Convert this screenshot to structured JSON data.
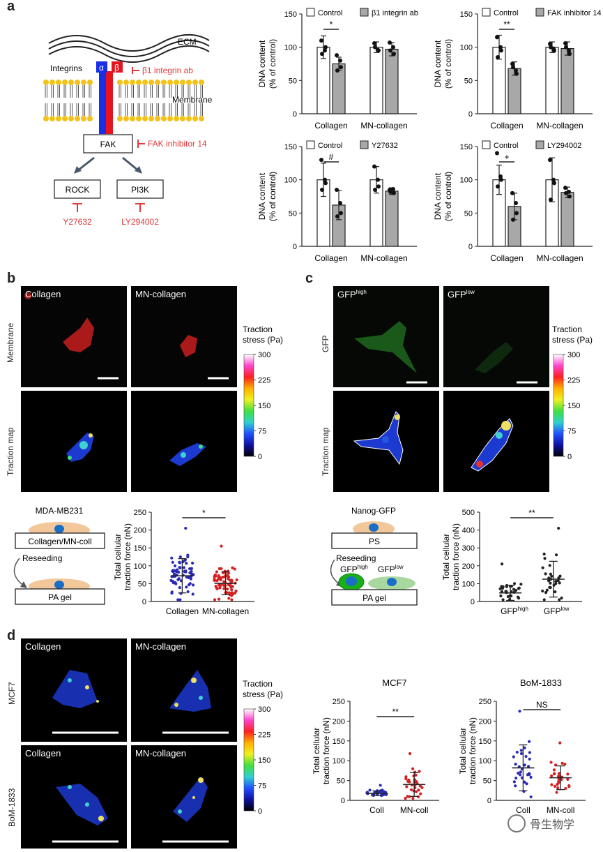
{
  "panels": {
    "a": "a",
    "b": "b",
    "c": "c",
    "d": "d"
  },
  "schematic_a": {
    "ecm": "ECM",
    "integrins": "Integrins",
    "alpha": "α",
    "beta": "β",
    "beta1_ab": "β1 integrin ab",
    "membrane": "Membrane",
    "fak": "FAK",
    "fak_inhibitor": "FAK inhibitor 14",
    "rock": "ROCK",
    "pi3k": "PI3K",
    "y27632": "Y27632",
    "ly294002": "LY294002",
    "colors": {
      "alpha": "#1a2ee6",
      "beta": "#e6141e",
      "inhibitor": "#e03a3a",
      "lipid": "#f2c21a"
    }
  },
  "axis_common": {
    "dna_ylabel1": "DNA content",
    "dna_ylabel2": "(% of control)",
    "cat1": "Collagen",
    "cat2": "MN-collagen",
    "legend_control": "Control"
  },
  "panel_b": {
    "img_collagen": "Collagen",
    "img_mncollagen": "MN-collagen",
    "row_membrane": "Membrane",
    "row_traction": "Traction map",
    "ts_label1": "Traction",
    "ts_label2": "stress (Pa)",
    "cell_line": "MDA-MB231",
    "substrate": "Collagen/MN-coll",
    "reseeding": "Reseeding",
    "pa_gel": "PA gel"
  },
  "panel_c": {
    "img_high_base": "GFP",
    "img_high_sup": "high",
    "img_low_base": "GFP",
    "img_low_sup": "low",
    "row_gfp": "GFP",
    "row_traction": "Traction map",
    "ts_label1": "Traction",
    "ts_label2": "stress (Pa)",
    "cell_line": "Nanog-GFP",
    "ps": "PS",
    "reseeding": "Reseeding",
    "gfp_high_base": "GFP",
    "gfp_high_sup": "high",
    "gfp_low_base": "GFP",
    "gfp_low_sup": "low",
    "pa_gel": "PA gel"
  },
  "panel_d": {
    "img_collagen": "Collagen",
    "img_mncollagen": "MN-collagen",
    "row_mcf7": "MCF7",
    "row_bom": "BoM-1833",
    "ts_label1": "Traction",
    "ts_label2": "stress (Pa)"
  },
  "colorbar_ticks": [
    "300",
    "225",
    "150",
    "75",
    "0"
  ],
  "traction_ylabel1": "Total cellular",
  "traction_ylabel2": "traction force (nN)",
  "watermark": "骨生物学",
  "chart_data": [
    {
      "id": "a1",
      "type": "bar",
      "categories": [
        "Collagen",
        "MN-collagen"
      ],
      "series": [
        {
          "name": "Control",
          "values": [
            100,
            100
          ],
          "err": [
            17,
            8
          ]
        },
        {
          "name": "β1 integrin ab",
          "values": [
            75,
            97
          ],
          "err": [
            10,
            10
          ]
        }
      ],
      "sig": "*",
      "ylim": [
        0,
        150
      ],
      "yticks": [
        0,
        50,
        100,
        150
      ],
      "ylabel": "DNA content (% of control)",
      "points": [
        [
          110,
          100,
          90,
          95
        ],
        [
          88,
          70,
          65,
          80
        ],
        [
          106,
          95,
          100,
          96
        ],
        [
          107,
          90,
          95,
          100
        ]
      ]
    },
    {
      "id": "a2",
      "type": "bar",
      "categories": [
        "Collagen",
        "MN-collagen"
      ],
      "series": [
        {
          "name": "Control",
          "values": [
            100,
            100
          ],
          "err": [
            18,
            8
          ]
        },
        {
          "name": "FAK inhibitor 14",
          "values": [
            68,
            98
          ],
          "err": [
            10,
            10
          ]
        }
      ],
      "sig": "**",
      "ylim": [
        0,
        150
      ],
      "yticks": [
        0,
        50,
        100,
        150
      ],
      "ylabel": "DNA content (% of control)",
      "points": [
        [
          115,
          95,
          85,
          100
        ],
        [
          75,
          60,
          70,
          65
        ],
        [
          105,
          95,
          100,
          98
        ],
        [
          106,
          90,
          100,
          95
        ]
      ]
    },
    {
      "id": "a3",
      "type": "bar",
      "categories": [
        "Collagen",
        "MN-collagen"
      ],
      "series": [
        {
          "name": "Control",
          "values": [
            100,
            100
          ],
          "err": [
            25,
            20
          ]
        },
        {
          "name": "Y27632",
          "values": [
            62,
            83
          ],
          "err": [
            22,
            5
          ]
        }
      ],
      "sig": "#",
      "ylim": [
        0,
        150
      ],
      "yticks": [
        0,
        50,
        100,
        150
      ],
      "ylabel": "DNA content (% of control)",
      "points": [
        [
          130,
          95,
          85,
          100
        ],
        [
          85,
          50,
          45,
          65
        ],
        [
          120,
          90,
          85,
          100
        ],
        [
          85,
          80,
          82,
          86
        ]
      ]
    },
    {
      "id": "a4",
      "type": "bar",
      "categories": [
        "Collagen",
        "MN-collagen"
      ],
      "series": [
        {
          "name": "Control",
          "values": [
            100,
            100
          ],
          "err": [
            22,
            33
          ]
        },
        {
          "name": "LY294002",
          "values": [
            60,
            81
          ],
          "err": [
            20,
            8
          ]
        }
      ],
      "sig": "+",
      "ylim": [
        0,
        150
      ],
      "yticks": [
        0,
        50,
        100,
        150
      ],
      "ylabel": "DNA content (% of control)",
      "points": [
        [
          140,
          100,
          90,
          105
        ],
        [
          80,
          50,
          40,
          65
        ],
        [
          130,
          95,
          70,
          100
        ],
        [
          88,
          75,
          80,
          82
        ]
      ]
    },
    {
      "id": "b",
      "type": "scatter",
      "categories": [
        "Collagen",
        "MN-collagen"
      ],
      "means": [
        72,
        51
      ],
      "sd": [
        48,
        32
      ],
      "ylim": [
        0,
        250
      ],
      "yticks": [
        0,
        50,
        100,
        150,
        200,
        250
      ],
      "colors": [
        "#2a2ab8",
        "#d42020"
      ],
      "n": [
        70,
        70
      ],
      "maxes": [
        205,
        155
      ],
      "sig": "*"
    },
    {
      "id": "c",
      "type": "scatter",
      "categories": [
        "GFP high",
        "GFP low"
      ],
      "means": [
        48,
        125
      ],
      "sd": [
        42,
        100
      ],
      "ylim": [
        0,
        500
      ],
      "yticks": [
        0,
        100,
        200,
        300,
        400,
        500
      ],
      "colors": [
        "#222222",
        "#222222"
      ],
      "n": [
        30,
        30
      ],
      "maxes": [
        210,
        410
      ],
      "sig": "**"
    },
    {
      "id": "d1",
      "type": "scatter",
      "title": "MCF7",
      "categories": [
        "Coll",
        "MN-coll"
      ],
      "means": [
        18,
        40
      ],
      "sd": [
        6,
        30
      ],
      "ylim": [
        0,
        250
      ],
      "yticks": [
        0,
        50,
        100,
        150,
        200,
        250
      ],
      "colors": [
        "#2a2ab8",
        "#d42020"
      ],
      "n": [
        32,
        32
      ],
      "maxes": [
        38,
        118
      ],
      "sig": "**"
    },
    {
      "id": "d2",
      "type": "scatter",
      "title": "BoM-1833",
      "categories": [
        "Coll",
        "MN-coll"
      ],
      "means": [
        82,
        57
      ],
      "sd": [
        58,
        30
      ],
      "ylim": [
        0,
        250
      ],
      "yticks": [
        0,
        50,
        100,
        150,
        200,
        250
      ],
      "colors": [
        "#2a2ab8",
        "#d42020"
      ],
      "n": [
        30,
        30
      ],
      "maxes": [
        225,
        145
      ],
      "sig": "NS"
    }
  ]
}
